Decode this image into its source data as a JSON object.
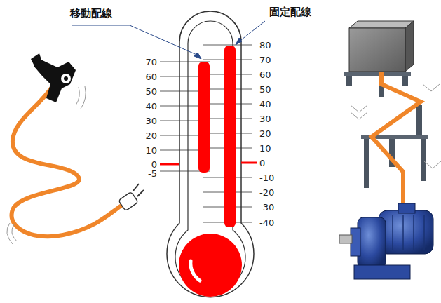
{
  "diagram": {
    "labels": [
      "移動配線",
      "固定配線",
      "70",
      "60",
      "50",
      "40",
      "30",
      "20",
      "10",
      "0",
      "-5",
      "80",
      "70",
      "60",
      "50",
      "40",
      "30",
      "20",
      "10",
      "0",
      "-10",
      "-20",
      "-30",
      "-40"
    ]
  }
}
